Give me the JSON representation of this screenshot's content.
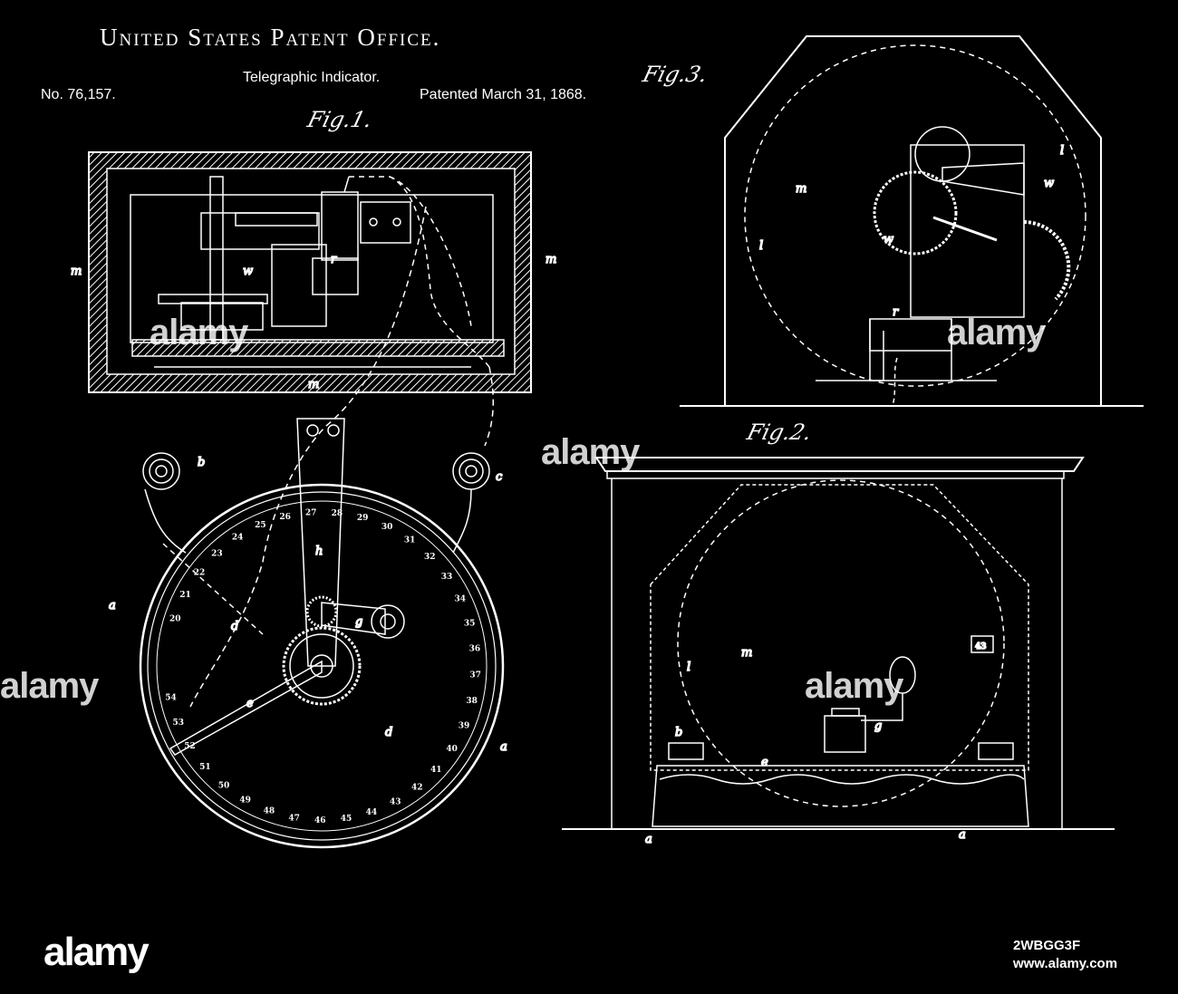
{
  "header": {
    "office": "United States Patent Office.",
    "title": "Telegraphic Indicator.",
    "patent_number": "No. 76,157.",
    "patent_date": "Patented March 31, 1868."
  },
  "figures": {
    "fig1": "Fig.1.",
    "fig2": "Fig.2.",
    "fig3": "Fig.3."
  },
  "dial_numbers": [
    "20",
    "21",
    "22",
    "23",
    "24",
    "25",
    "26",
    "27",
    "28",
    "29",
    "30",
    "31",
    "32",
    "33",
    "34",
    "35",
    "36",
    "37",
    "38",
    "39",
    "40",
    "41",
    "42",
    "43",
    "44",
    "45",
    "46",
    "47",
    "48",
    "49",
    "50",
    "51",
    "52",
    "53",
    "54"
  ],
  "indicator_value": "43",
  "watermark": {
    "text": "alamy",
    "brand": "alamy",
    "image_id": "2WBGG3F",
    "site": "www.alamy.com"
  }
}
